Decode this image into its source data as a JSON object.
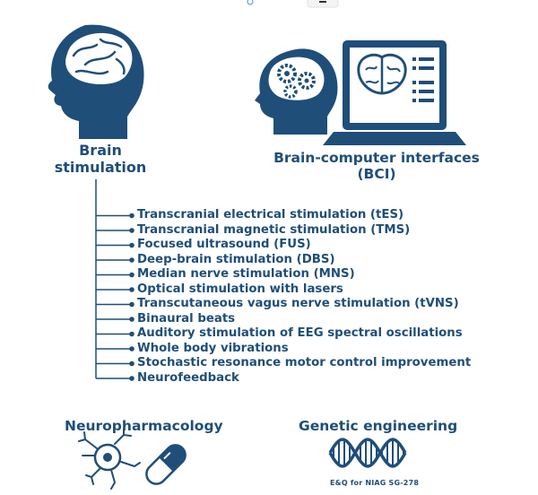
{
  "brain_stimulation": {
    "title_line1": "Brain",
    "title_line2": "stimulation",
    "methods": [
      "Transcranial electrical stimulation (tES)",
      "Transcranial magnetic stimulation (TMS)",
      "Focused ultrasound (FUS)",
      "Deep-brain stimulation (DBS)",
      "Median nerve stimulation (MNS)",
      "Optical stimulation with lasers",
      "Transcutaneous vagus nerve stimulation (tVNS)",
      "Binaural beats",
      "Auditory stimulation of EEG spectral oscillations",
      "Whole body vibrations",
      "Stochastic resonance motor control improvement",
      "Neurofeedback"
    ]
  },
  "bci": {
    "title": "Brain-computer interfaces (BCI)"
  },
  "neuropharmacology": {
    "title": "Neuropharmacology"
  },
  "genetic_engineering": {
    "title": "Genetic engineering",
    "caption": "E&Q for NIAG SG-278"
  },
  "colors": {
    "primary": "#1f4e79",
    "accent": "#2a5d8f"
  },
  "icons": [
    "head-brain-icon",
    "head-gears-icon",
    "laptop-brain-icon",
    "neuron-icon",
    "capsule-icon",
    "dna-icon"
  ]
}
